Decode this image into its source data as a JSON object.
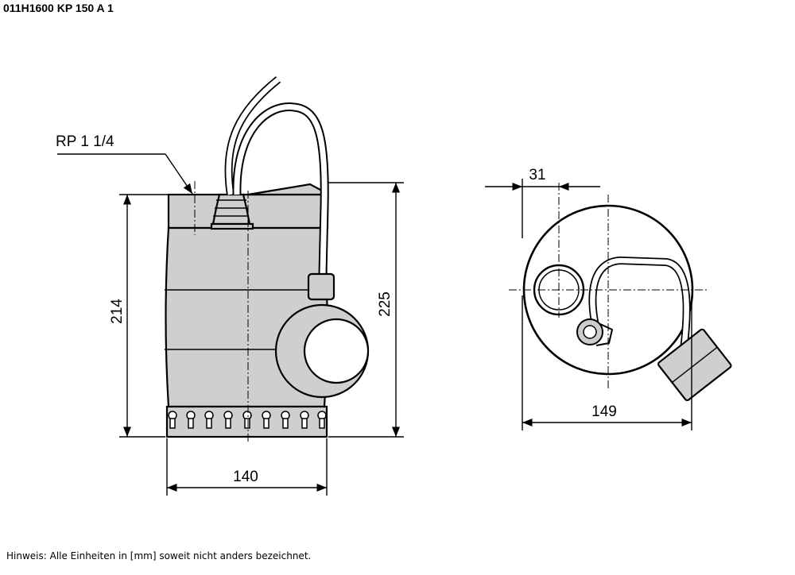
{
  "title": "011H1600 KP 150 A 1",
  "footnote": "Hinweis: Alle Einheiten in [mm] soweit nicht anders bezeichnet.",
  "front_view": {
    "thread_label": "RP 1 1/4",
    "height_body": "214",
    "height_total": "225",
    "width": "140"
  },
  "top_view": {
    "offset": "31",
    "width": "149"
  }
}
